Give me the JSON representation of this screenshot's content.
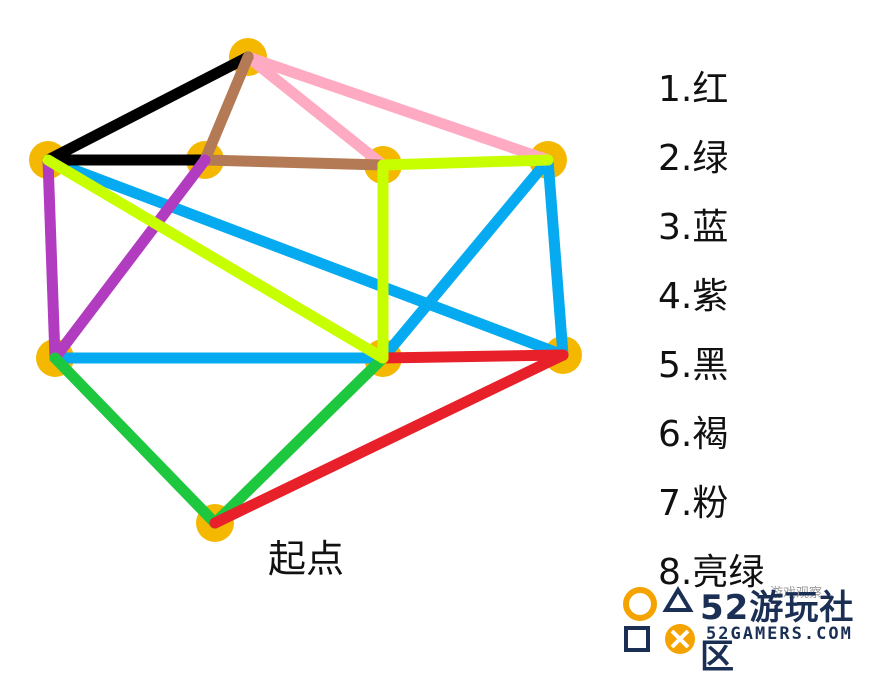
{
  "diagram": {
    "edge_colors": {
      "1": "#e8202a",
      "2": "#1dc73e",
      "3": "#05aaf0",
      "4": "#b23cc0",
      "5": "#000000",
      "6": "#b47a55",
      "7": "#ffaac3",
      "8": "#c8ff00"
    },
    "node_color": "#f5b800",
    "start_label": "起点"
  },
  "legend": [
    {
      "text": "1.红"
    },
    {
      "text": "2.绿"
    },
    {
      "text": "3.蓝"
    },
    {
      "text": "4.紫"
    },
    {
      "text": "5.黑"
    },
    {
      "text": "6.褐"
    },
    {
      "text": "7.粉"
    },
    {
      "text": "8.亮绿"
    }
  ],
  "watermark": {
    "caption": "游戏观察",
    "brand": "52游玩社区",
    "site": "52GAMERS.COM"
  }
}
